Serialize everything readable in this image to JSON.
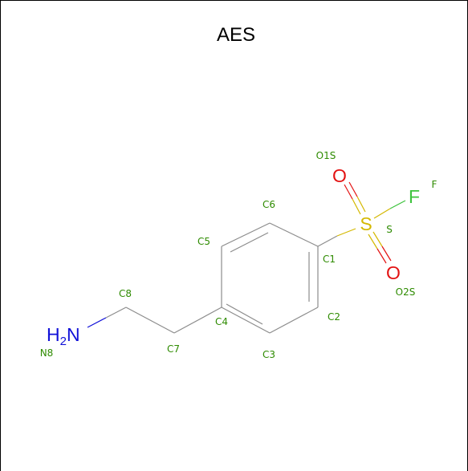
{
  "title": "AES",
  "atoms": {
    "S": {
      "symbol": "S",
      "id": "S"
    },
    "F": {
      "symbol": "F",
      "id": "F"
    },
    "O1S": {
      "symbol": "O",
      "id": "O1S"
    },
    "O2S": {
      "symbol": "O",
      "id": "O2S"
    },
    "N8": {
      "symbol": "H",
      "sub": "2",
      "suffix": "N",
      "id": "N8"
    }
  },
  "carbon_ids": [
    "C1",
    "C2",
    "C3",
    "C4",
    "C5",
    "C6",
    "C7",
    "C8"
  ],
  "colors": {
    "bond": "#8c8c8c",
    "carbon_id": "#2e8b00",
    "sulfur": "#d4b800",
    "fluorine": "#3ec33e",
    "oxygen": "#e31212",
    "nitrogen": "#1010d8",
    "frame": "#000000"
  }
}
